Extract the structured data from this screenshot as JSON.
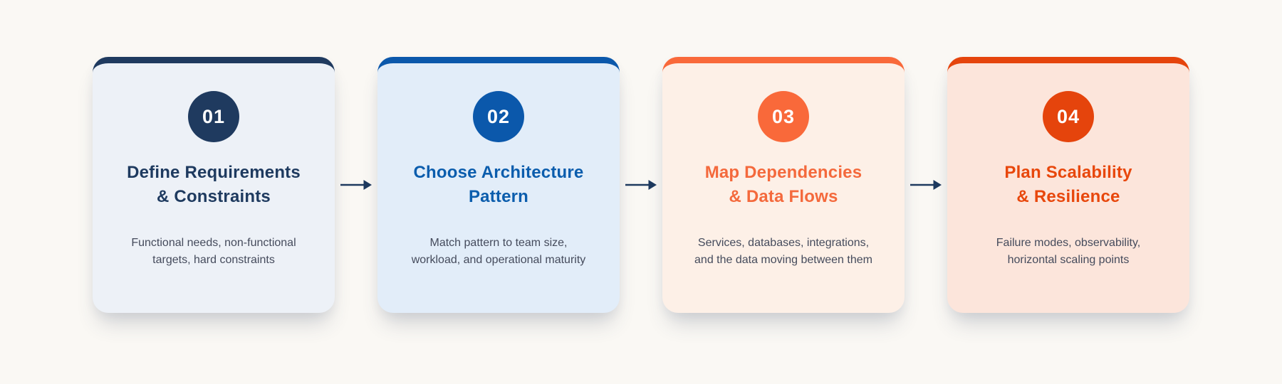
{
  "page": {
    "background_color": "#faf8f4",
    "arrow_color": "#1e3a5f",
    "description_text_color": "#454b5c"
  },
  "steps": [
    {
      "number": "01",
      "title_line1": "Define Requirements",
      "title_line2": "& Constraints",
      "desc_line1": "Functional needs, non-functional",
      "desc_line2": "targets, hard constraints",
      "accent_color": "#1f3a5f",
      "card_background": "#edf1f7",
      "title_color": "#1e3a5f"
    },
    {
      "number": "02",
      "title_line1": "Choose Architecture",
      "title_line2": "Pattern",
      "desc_line1": "Match pattern to team size,",
      "desc_line2": "workload, and operational maturity",
      "accent_color": "#0b58ab",
      "card_background": "#e2edf9",
      "title_color": "#0b5dad"
    },
    {
      "number": "03",
      "title_line1": "Map Dependencies",
      "title_line2": "& Data Flows",
      "desc_line1": "Services, databases, integrations,",
      "desc_line2": "and the data moving between them",
      "accent_color": "#f9693a",
      "card_background": "#fdf0e7",
      "title_color": "#f4693c"
    },
    {
      "number": "04",
      "title_line1": "Plan Scalability",
      "title_line2": "& Resilience",
      "desc_line1": "Failure modes, observability,",
      "desc_line2": "horizontal scaling points",
      "accent_color": "#e5440c",
      "card_background": "#fce5db",
      "title_color": "#e8470c"
    }
  ]
}
